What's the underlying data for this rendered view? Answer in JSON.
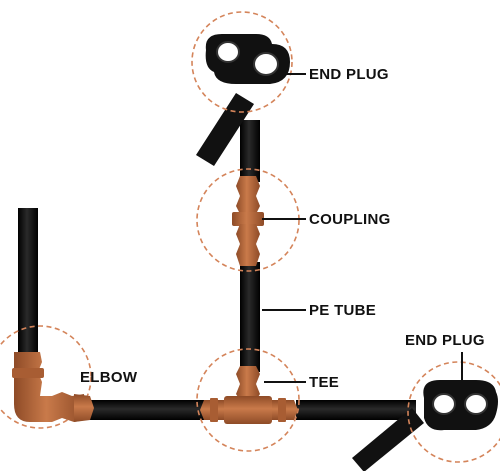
{
  "labels": {
    "end_plug_top": "END PLUG",
    "coupling": "COUPLING",
    "pe_tube": "PE TUBE",
    "elbow": "ELBOW",
    "tee": "TEE",
    "end_plug_right": "END PLUG"
  },
  "colors": {
    "tube": "#111111",
    "fitting": "#b86a3e",
    "fitting_shade": "#8e4b27",
    "callout_circle": "#d4845a",
    "leader_line": "#111111"
  }
}
